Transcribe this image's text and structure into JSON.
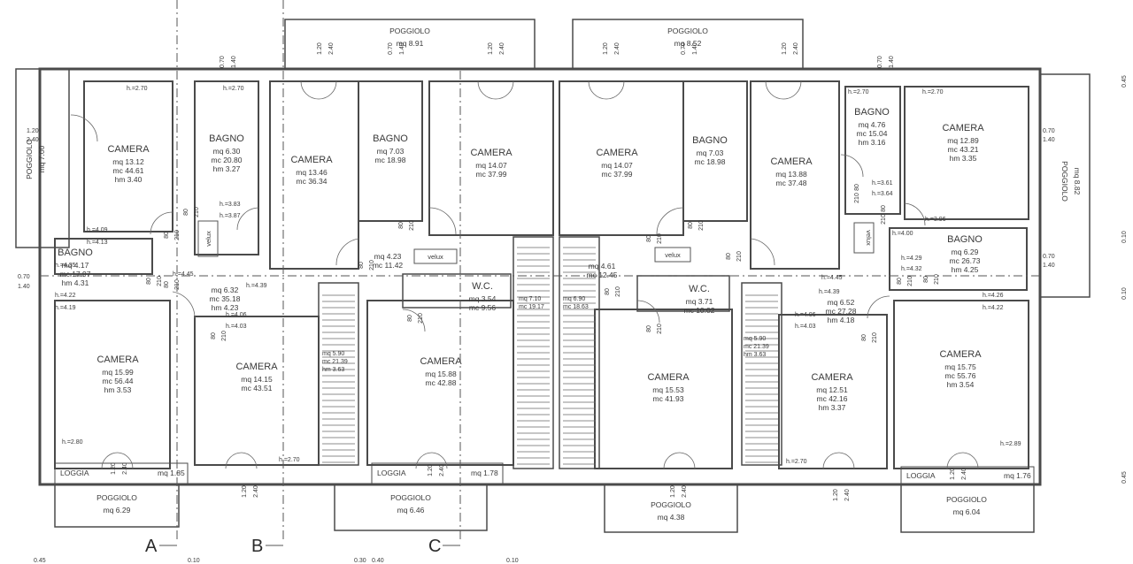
{
  "rooms": [
    {
      "id": "r1",
      "name": "CAMERA",
      "lines": [
        "mq 13.12",
        "mc 44.61",
        "hm 3.40"
      ]
    },
    {
      "id": "r2",
      "name": "BAGNO",
      "lines": [
        "mq 6.30",
        "mc 20.80",
        "hm 3.27"
      ]
    },
    {
      "id": "r3",
      "name": "CAMERA",
      "lines": [
        "mq 13.46",
        "mc 36.34"
      ]
    },
    {
      "id": "r4",
      "name": "BAGNO",
      "lines": [
        "mq 7.03",
        "mc 18.98"
      ]
    },
    {
      "id": "r5",
      "name": "CAMERA",
      "lines": [
        "mq 14.07",
        "mc 37.99"
      ]
    },
    {
      "id": "r6",
      "name": "CAMERA",
      "lines": [
        "mq 14.07",
        "mc 37.99"
      ]
    },
    {
      "id": "r7",
      "name": "BAGNO",
      "lines": [
        "mq 7.03",
        "mc 18.98"
      ]
    },
    {
      "id": "r8",
      "name": "CAMERA",
      "lines": [
        "mq 13.88",
        "mc 37.48"
      ]
    },
    {
      "id": "r9",
      "name": "BAGNO",
      "lines": [
        "mq 4.76",
        "mc 15.04",
        "hm 3.16"
      ]
    },
    {
      "id": "r10",
      "name": "CAMERA",
      "lines": [
        "mq 12.89",
        "mc 43.21",
        "hm 3.35"
      ]
    },
    {
      "id": "r11",
      "name": "BAGNO",
      "lines": [
        "mq 4.17",
        "mc 17.97",
        "hm 4.31"
      ]
    },
    {
      "id": "r12",
      "name": "",
      "lines": [
        "mq 6.32",
        "mc 35.18",
        "hm 4.23"
      ]
    },
    {
      "id": "r13",
      "name": "",
      "lines": [
        "mq 4.23",
        "mc 11.42"
      ]
    },
    {
      "id": "r14",
      "name": "W.C.",
      "lines": [
        "mq 3.54",
        "mc 9.56"
      ]
    },
    {
      "id": "r15",
      "name": "",
      "lines": [
        "mq 4.61",
        "mc 12.45"
      ]
    },
    {
      "id": "r16",
      "name": "W.C.",
      "lines": [
        "mq 3.71",
        "mc 10.02"
      ]
    },
    {
      "id": "r17",
      "name": "",
      "lines": [
        "mq 6.52",
        "mc 27.28",
        "hm 4.18"
      ]
    },
    {
      "id": "r18",
      "name": "BAGNO",
      "lines": [
        "mq 6.29",
        "mc 26.73",
        "hm 4.25"
      ]
    },
    {
      "id": "r19",
      "name": "CAMERA",
      "lines": [
        "mq 15.99",
        "mc 56.44",
        "hm 3.53"
      ]
    },
    {
      "id": "r20",
      "name": "CAMERA",
      "lines": [
        "mq 14.15",
        "mc 43.51"
      ]
    },
    {
      "id": "r21",
      "name": "CAMERA",
      "lines": [
        "mq 15.88",
        "mc 42.88"
      ]
    },
    {
      "id": "r22",
      "name": "CAMERA",
      "lines": [
        "mq 15.53",
        "mc 41.93"
      ]
    },
    {
      "id": "r23",
      "name": "CAMERA",
      "lines": [
        "mq 12.51",
        "mc 42.16",
        "hm 3.37"
      ]
    },
    {
      "id": "r24",
      "name": "CAMERA",
      "lines": [
        "mq 15.75",
        "mc 55.76",
        "hm 3.54"
      ]
    }
  ],
  "balconies": [
    {
      "id": "b1",
      "name": "POGGIOLO",
      "value": "mq 8.91"
    },
    {
      "id": "b2",
      "name": "POGGIOLO",
      "value": "mq 8.52"
    },
    {
      "id": "b3",
      "name": "POGGIOLO",
      "value": "mq 7.00"
    },
    {
      "id": "b4",
      "name": "POGGIOLO",
      "value": "mq 8.82"
    },
    {
      "id": "b5",
      "name": "POGGIOLO",
      "value": "mq 6.29"
    },
    {
      "id": "b6",
      "name": "POGGIOLO",
      "value": "mq 6.46"
    },
    {
      "id": "b7",
      "name": "POGGIOLO",
      "value": "mq 4.38"
    },
    {
      "id": "b8",
      "name": "POGGIOLO",
      "value": "mq 6.04"
    }
  ],
  "loggias": [
    {
      "id": "l1",
      "name": "LOGGIA",
      "value": "mq 1.85"
    },
    {
      "id": "l2",
      "name": "LOGGIA",
      "value": "mq 1.78"
    },
    {
      "id": "l3",
      "name": "LOGGIA",
      "value": "mq 1.76"
    }
  ],
  "skylights": [
    "velux",
    "velux",
    "velux",
    "velux"
  ],
  "stairs": [
    {
      "id": "s1",
      "lines": [
        "mq 5.90",
        "mc 21.39",
        "hm 3.63"
      ]
    },
    {
      "id": "s2",
      "lines": [
        "mq 7.10",
        "mc 19.17"
      ]
    },
    {
      "id": "s3",
      "lines": [
        "mq 6.90",
        "mc 18.63"
      ]
    },
    {
      "id": "s4",
      "lines": [
        "mq 5.90",
        "mc 21.39",
        "hm 3.63"
      ]
    }
  ],
  "sections": [
    "A",
    "B",
    "C"
  ],
  "heights": {
    "h270": "h.=2.70",
    "h409": "h.=4.09",
    "h413": "h.=4.13",
    "h435": "h.=4.35",
    "h422": "h.=4.22",
    "h419": "h.=4.19",
    "h445": "h.=4.45",
    "h439": "h.=4.39",
    "h406": "h.=4.06",
    "h403": "h.=4.03",
    "h280": "h.=2.80",
    "h396": "h.=3.96",
    "h400": "h.=4.00",
    "h429": "h.=4.29",
    "h432": "h.=4.32",
    "h426": "h.=4.26",
    "h289": "h.=2.89",
    "h383": "h.=3.83",
    "h387": "h.=3.87",
    "h364": "h.=3.64",
    "h361": "h.=3.61"
  },
  "door_sizes": [
    "80",
    "210",
    "70",
    "140",
    "120",
    "240",
    "50",
    "1.20",
    "2.40",
    "0.70",
    "1.40"
  ],
  "margin_values": [
    "0.45",
    "0.10",
    "0.10",
    "0.45",
    "0.45",
    "0.10",
    "0.30",
    "0.40",
    "0.10"
  ]
}
